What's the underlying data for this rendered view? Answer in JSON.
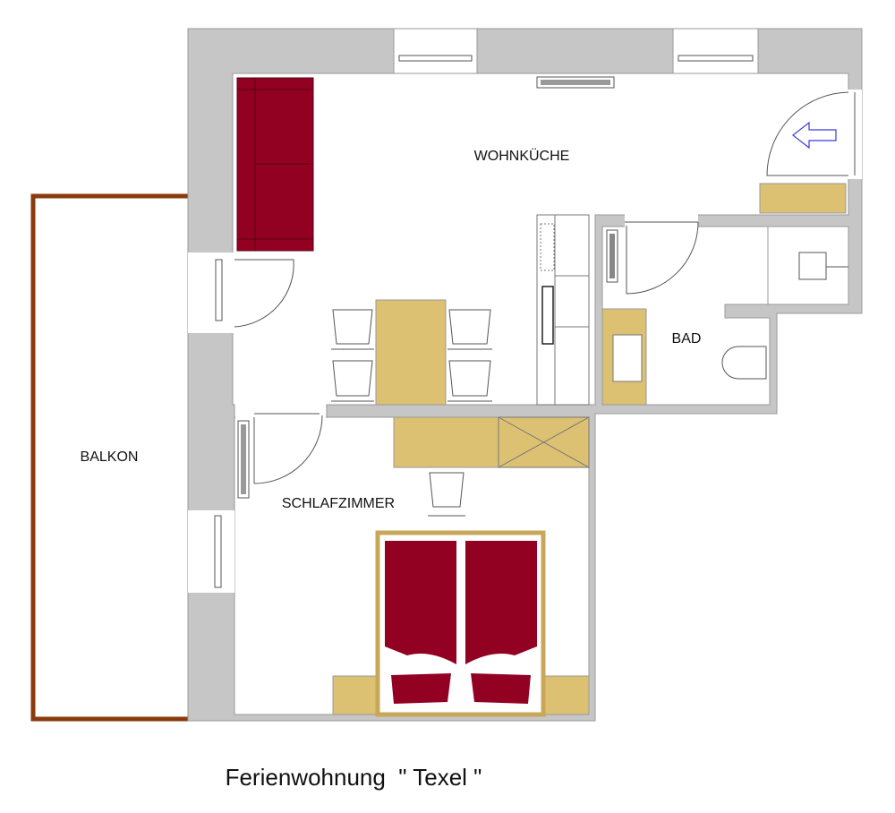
{
  "title": "Ferienwohnung  \" Texel \"",
  "rooms": {
    "living": "WOHNKÜCHE",
    "bath": "BAD",
    "balcony": "BALKON",
    "bedroom": "SCHLAFZIMMER"
  },
  "colors": {
    "wall": "#c6c6c6",
    "upholstery": "#920022",
    "wood": "#dcc173",
    "balcony_rail": "#8a3b0c",
    "entrance_arrow": "#3a3adb"
  }
}
